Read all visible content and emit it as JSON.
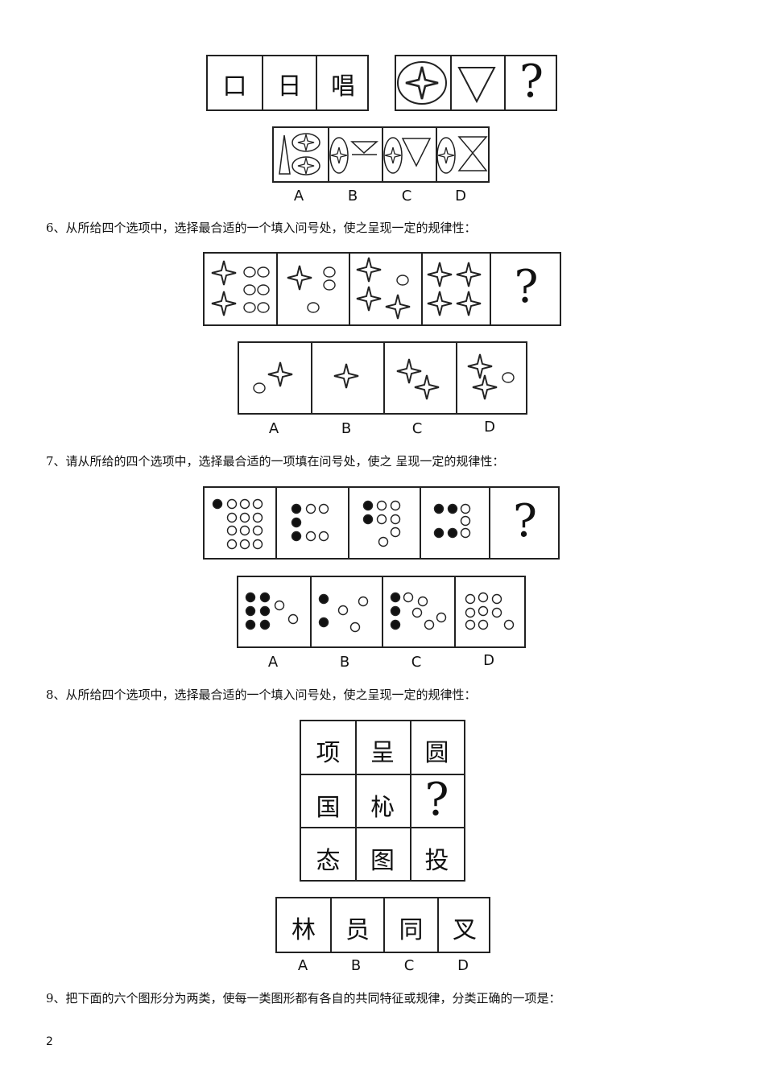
{
  "q5": {
    "stem_chars": [
      "口",
      "日",
      "唱"
    ],
    "question_mark": "?",
    "option_labels": [
      "A",
      "B",
      "C",
      "D"
    ]
  },
  "q6": {
    "text": "6、从所给四个选项中，选择最合适的一个填入问号处，使之呈现一定的规律性：",
    "question_mark": "?",
    "option_labels": [
      "A",
      "B",
      "C",
      "D"
    ]
  },
  "q7": {
    "text": "7、请从所给的四个选项中，选择最合适的一项填在问号处，使之 呈现一定的规律性：",
    "question_mark": "?",
    "option_labels": [
      "A",
      "B",
      "C",
      "D"
    ]
  },
  "q8": {
    "text": "8、从所给四个选项中，选择最合适的一个填入问号处，使之呈现一定的规律性：",
    "grid": [
      [
        "项",
        "呈",
        "圆"
      ],
      [
        "国",
        "杺",
        "?"
      ],
      [
        "态",
        "图",
        "投"
      ]
    ],
    "options": [
      "林",
      "员",
      "同",
      "叉"
    ],
    "option_labels": [
      "A",
      "B",
      "C",
      "D"
    ]
  },
  "q9": {
    "text": "9、把下面的六个图形分为两类，使每一类图形都有各自的共同特征或规律，分类正确的一项是："
  },
  "page_number": "2"
}
